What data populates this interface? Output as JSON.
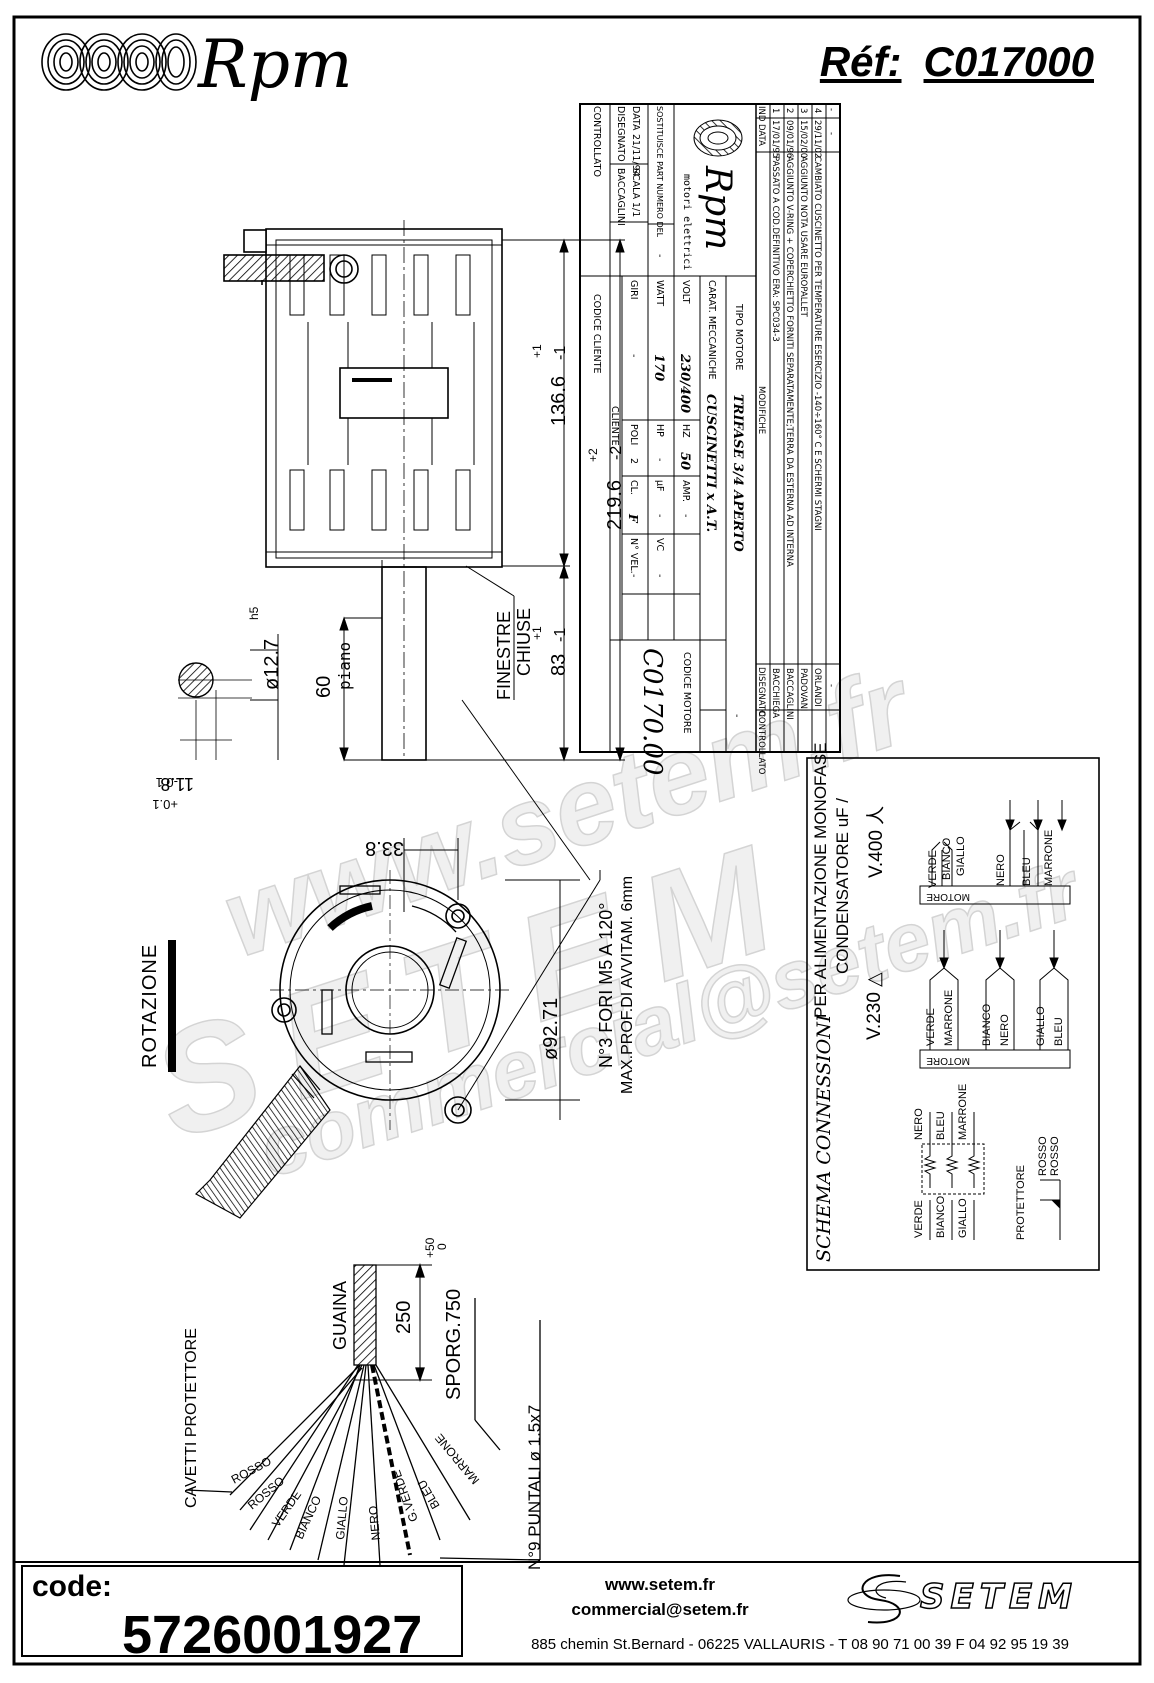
{
  "header": {
    "brand": "Rpm",
    "ref_label": "Réf:",
    "ref_value": "C017000"
  },
  "dimensions": {
    "d_136": "136.6",
    "d_136_tol_plus": "+1",
    "d_136_tol_minus": "-1",
    "d_219": "219.6",
    "d_219_tol_plus": "+2",
    "d_219_tol_minus": "-2",
    "d_83": "83",
    "d_83_tol_plus": "+1",
    "d_83_tol_minus": "-1",
    "shaft_diameter": "ø12.7",
    "shaft_tol": "h5",
    "d_60": "60",
    "piano": "piano",
    "d_11_8": "11.8",
    "d_11_8_tol_plus": "+0.1",
    "d_11_8_tol_minus": "-0.1",
    "finestre_1": "FINESTRE",
    "finestre_2": "CHIUSE",
    "d_33_8": "33.8",
    "d_92_71": "ø92.71",
    "holes_1": "N°3 FORI M5 A 120°",
    "holes_2": "MAX.PROF.DI AVVITAM. 6mm",
    "rotazione": "ROTAZIONE"
  },
  "cables": {
    "guaina": "GUAINA",
    "d_250": "250",
    "sporg": "SPORG.750",
    "sporg_tol_plus": "+50",
    "sporg_tol_minus": "0",
    "puntali": "N°9 PUNTALI ø 1.5x7",
    "cavetti": "CAVETTI PROTETTORE",
    "wires": [
      "ROSSO",
      "ROSSO",
      "VERDE",
      "BIANCO",
      "GIALLO",
      "NERO",
      "G.VERDE",
      "BLEU",
      "MARRONE"
    ]
  },
  "title_block": {
    "revisions": [
      {
        "ind": "4",
        "date": "29/11/02",
        "text": "CAMBIATO CUSCINETTO PER TEMPERATURE ESERCIZIO -140÷160° C E SCHERMI STAGNI",
        "sign": "ORLANDI"
      },
      {
        "ind": "3",
        "date": "15/02/00",
        "text": "AGGIUNTO NOTA USARE EUROPALLET",
        "sign": "PADOVANI"
      },
      {
        "ind": "2",
        "date": "09/01/96",
        "text": "AGGIUNTO V-RING + COPERCHIETTO FORNITI SEPARATAMENTE;TERRA DA ESTERNA AD INTERNA",
        "sign": "BACCAGLINI"
      },
      {
        "ind": "1",
        "date": "17/01/95",
        "text": "PASSATO A COD.DEFINITIVO ERA: SPC034-3",
        "sign": "BACCHIEGA"
      }
    ],
    "rev_header": {
      "ind": "IND",
      "date": "DATA",
      "text": "MODIFICHE",
      "drawn": "DISEGNATO",
      "checked": "CONTROLLATO"
    },
    "dash": "-",
    "company": "Rpm",
    "company_sub": "motori elettrici",
    "tipo_motore_label": "TIPO MOTORE",
    "tipo_motore": "TRIFASE 3/4 APERTO",
    "carat_label": "CARAT. MECCANICHE",
    "carat": "CUSCINETTI x A.T.",
    "volt_label": "VOLT",
    "volt": "230/400",
    "hz_label": "HZ",
    "hz": "50",
    "amp_label": "AMP.",
    "amp": "-",
    "watt_label": "WATT",
    "watt": "170",
    "hp_label": "HP",
    "hp": "-",
    "uf_label": "µF",
    "uf": "-",
    "vc_label": "VC",
    "vc": "-",
    "giri_label": "GIRI",
    "giri": "-",
    "poli_label": "POLI",
    "poli": "2",
    "cl_label": "CL.",
    "cl": "F",
    "nvel_label": "N° VEL.",
    "nvel": "-",
    "sostituisce_label": "SOSTITUISCE PART NUMERO DEL",
    "sostituisce": "-",
    "cliente_label": "CLIENTE",
    "codice_motore_label": "CODICE MOTORE",
    "codice_motore": "C0170.00",
    "data_label": "DATA",
    "data": "21/11/94",
    "scala_label": "SCALA",
    "scala": "1/1",
    "disegnato_label": "DISEGNATO",
    "disegnato": "BACCAGLINI",
    "controllato_label": "CONTROLLATO",
    "codice_cliente_label": "CODICE CLIENTE"
  },
  "schema": {
    "title": "SCHEMA CONNESSIONI",
    "subtitle_1": "PER ALIMENTAZIONE MONOFASE",
    "subtitle_2": "CONDENSATORE uF /",
    "v230": "V.230 △",
    "v400": "V.400 人",
    "motore": "MOTORE",
    "protettore": "PROTETTORE",
    "winding_left": [
      "VERDE",
      "BIANCO",
      "GIALLO"
    ],
    "winding_right": [
      "NERO",
      "BLEU",
      "MARRONE"
    ],
    "rosso": [
      "ROSSO",
      "ROSSO"
    ],
    "d230": [
      "VERDE",
      "MARRONE",
      "BIANCO",
      "NERO",
      "GIALLO",
      "BLEU"
    ],
    "d400": [
      "VERDE",
      "BIANCO",
      "GIALLO",
      "NERO",
      "BLEU",
      "MARRONE"
    ]
  },
  "watermark": {
    "line1": "www.setem.fr",
    "line2": "SETEM",
    "line3": "commercial@setem.fr"
  },
  "footer": {
    "code_label": "code:",
    "code_value": "5726001927",
    "website": "www.setem.fr",
    "email": "commercial@setem.fr",
    "address": "885 chemin St.Bernard  -  06225 VALLAURIS  -  T 08 90 71 00 39   F 04 92 95 19 39",
    "logo": "SETEM"
  }
}
